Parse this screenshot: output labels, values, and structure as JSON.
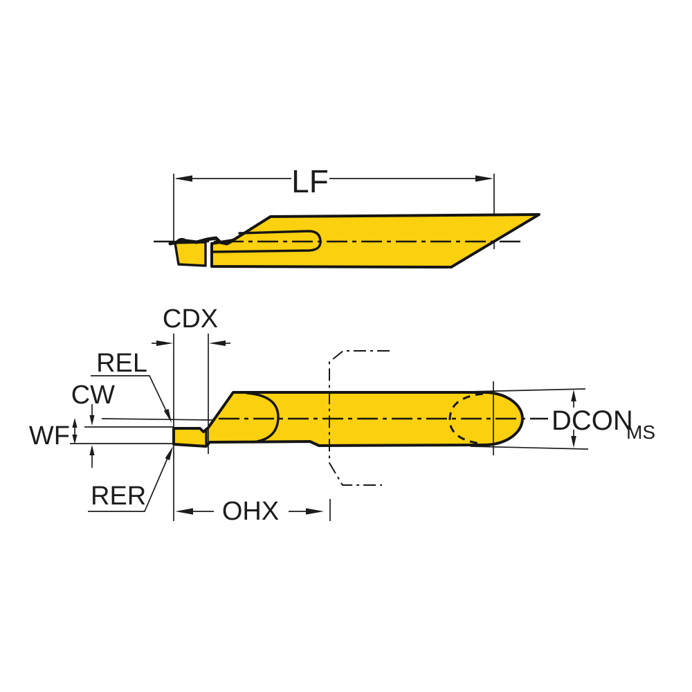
{
  "drawing": {
    "description": "Technical dimensional drawing of a boring/turning tool insert, two views",
    "labels": {
      "lf": "LF",
      "cdx": "CDX",
      "rel": "REL",
      "cw": "CW",
      "wf": "WF",
      "rer": "RER",
      "ohx": "OHX",
      "dcon": "DCON",
      "dcon_sub": "MS"
    },
    "colors": {
      "bg": "#ffffff",
      "part-color": "#fbd00e",
      "outline-color": "#151515",
      "dim-color": "#1c1c1c"
    }
  }
}
